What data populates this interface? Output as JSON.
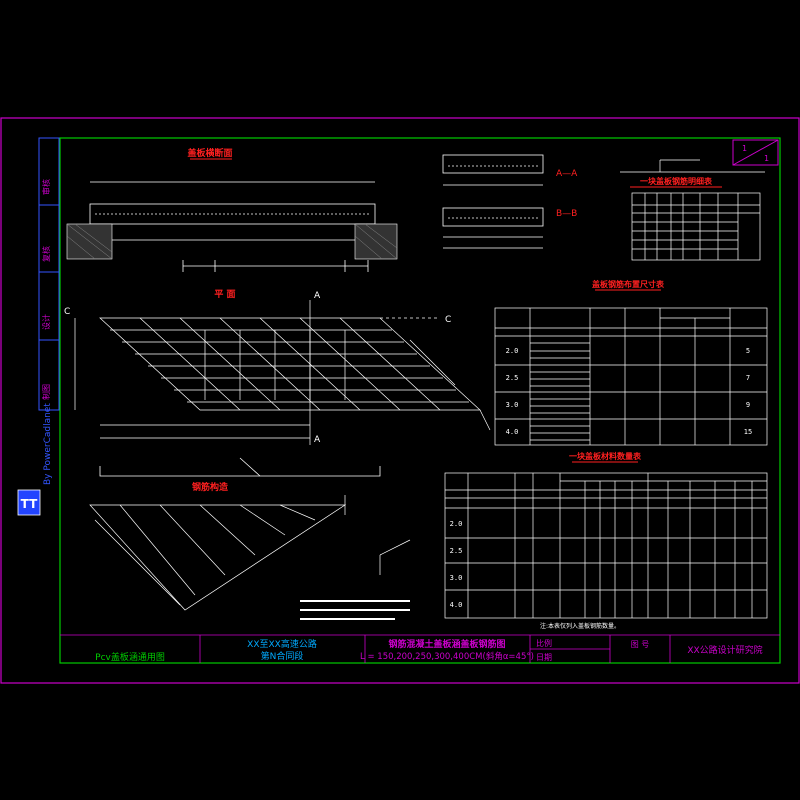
{
  "drawing": {
    "main_title": "钢筋混凝土盖板涵盖板钢筋图",
    "subtitle": "L = 150,200,250,300,400CM(斜角α=45°)",
    "project_line1": "XX至XX高速公路",
    "project_line2": "第N合同段",
    "institute": "XX公路设计研究院",
    "drawing_no_label": "图 号",
    "scale_label": "比例",
    "date_label": "日期",
    "left_note": "Pcv盖板涵通用图",
    "watermark": "By PowerCadlanet",
    "logo_text": "TT",
    "corner_1": "1",
    "corner_2": "1"
  },
  "side_labels": [
    "审核",
    "复核",
    "设计",
    "制图"
  ],
  "views": {
    "elevation": "盖板横断面",
    "plan": "平 面",
    "section_aa": "A—A",
    "section_bb": "B—B",
    "rebar_detail": "钢筋构造",
    "plan_label_c1": "C",
    "plan_label_c2": "C",
    "plan_label_a1": "A",
    "plan_label_a2": "A"
  },
  "tables": {
    "table1_title": "一块盖板钢筋明细表",
    "table2_title": "盖板钢筋布置尺寸表",
    "table3_title": "一块盖板材料数量表"
  },
  "table2": {
    "L_values": [
      "2.0",
      "2.5",
      "3.0",
      "4.0"
    ],
    "right_col": [
      "5",
      "7",
      "9",
      "15"
    ]
  },
  "table3": {
    "L_values": [
      "2.0",
      "2.5",
      "3.0",
      "4.0"
    ]
  },
  "notes": {
    "note_end": "注:本表仅列入盖板钢筋数量。"
  },
  "colors": {
    "border": "#cc00cc",
    "frame": "#00cc00",
    "lines": "#ffffff",
    "titles": "#ff2020",
    "frame_text": "#cc00cc",
    "project_text": "#00aaff"
  }
}
